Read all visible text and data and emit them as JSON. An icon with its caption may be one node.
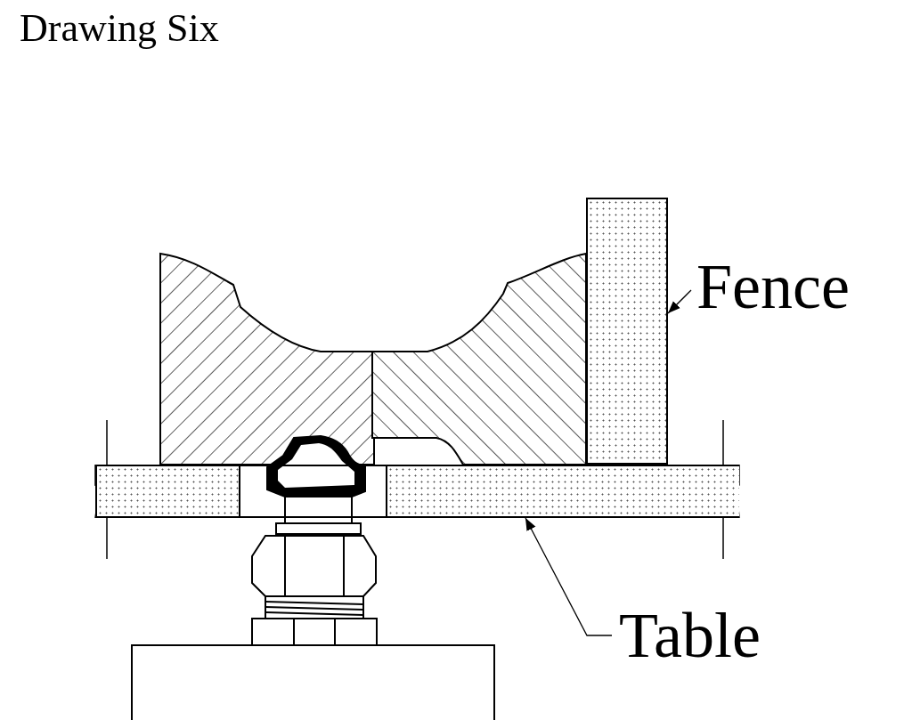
{
  "diagram": {
    "title": "Drawing Six",
    "nodes": [
      {
        "text": [],
        "shape": "box"
      },
      {
        "text": [
          "Fence"
        ]
      },
      {
        "text": [],
        "shape": "box"
      },
      {
        "text": [
          "Table"
        ]
      }
    ],
    "edges": [
      {
        "from": 1,
        "to": 0,
        "arrow": "to"
      },
      {
        "from": 3,
        "to": 2,
        "arrow": "to"
      }
    ]
  }
}
